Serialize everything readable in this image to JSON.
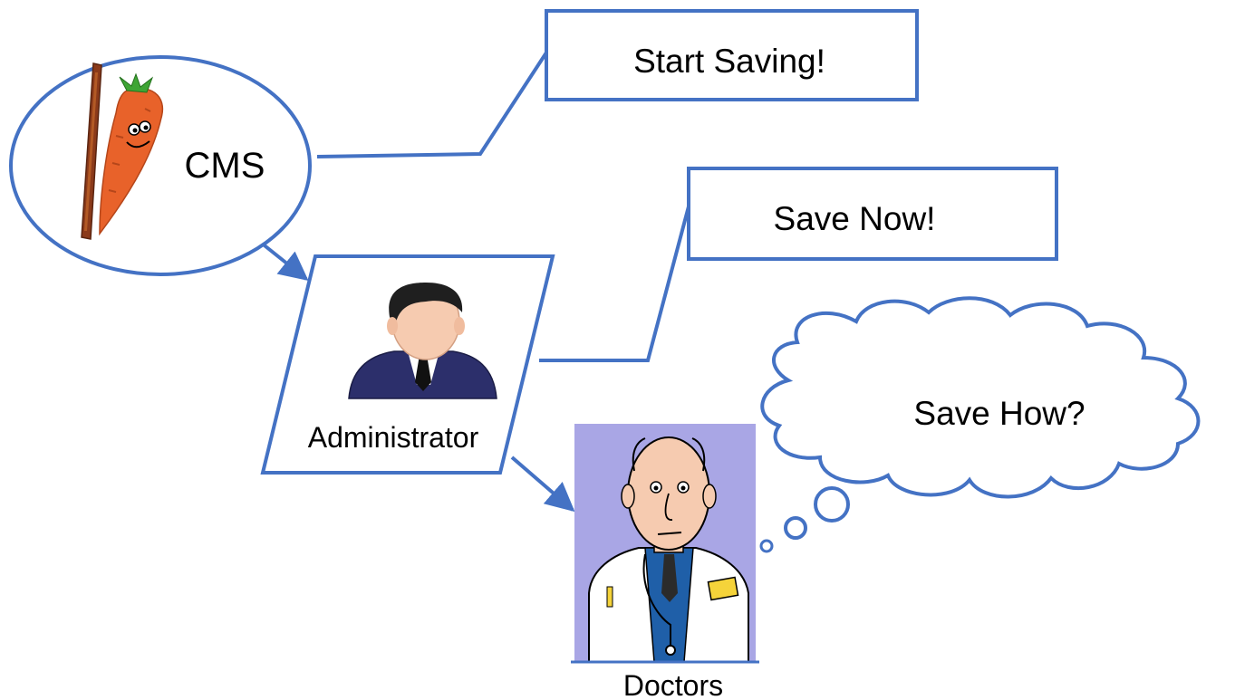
{
  "colors": {
    "stroke": "#4472C4",
    "text": "#000000",
    "doctor_bg": "#A9A6E5",
    "carrot": "#E8622A",
    "stick": "#8B3A1A",
    "suit": "#2C2F6B",
    "skin": "#F6CBB0"
  },
  "cms": {
    "label": "CMS",
    "icon": "carrot-on-stick-icon"
  },
  "administrator": {
    "label": "Administrator",
    "icon": "businessman-icon"
  },
  "doctors": {
    "label": "Doctors",
    "icon": "doctor-cartoon-icon"
  },
  "messages": {
    "start_saving": "Start Saving!",
    "save_now": "Save Now!",
    "save_how": "Save How?"
  }
}
